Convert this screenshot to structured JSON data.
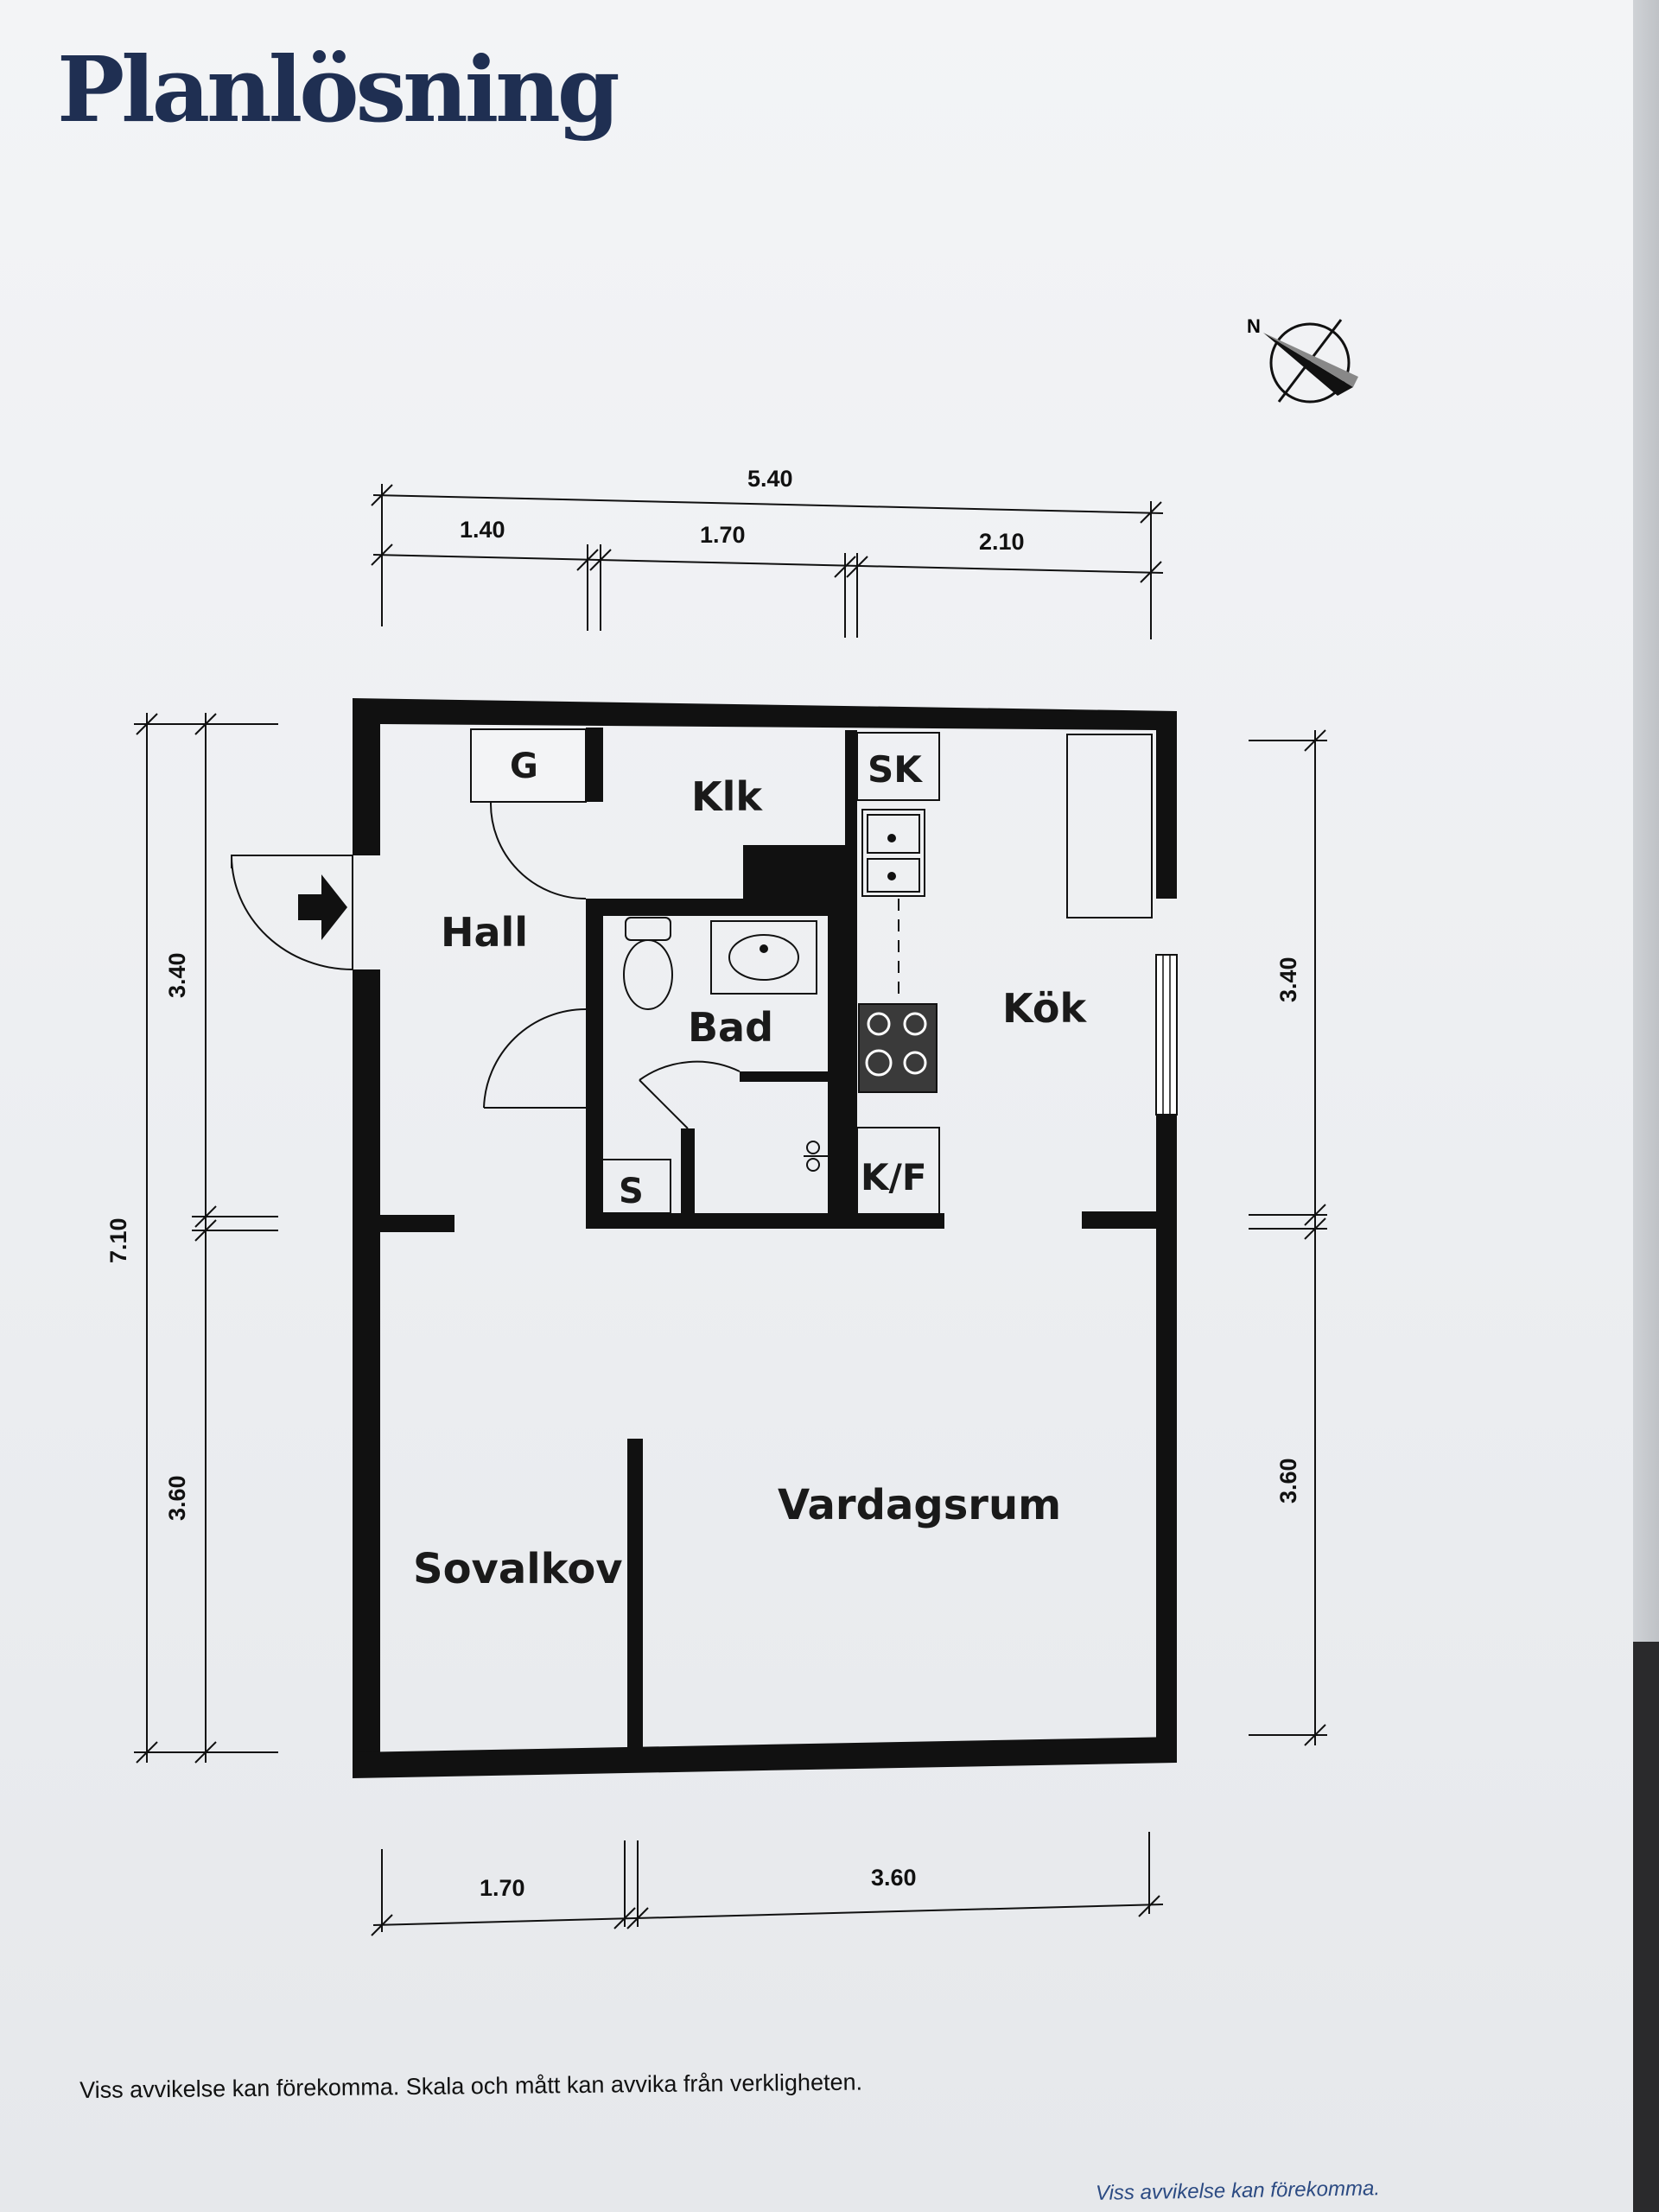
{
  "title": "Planlösning",
  "compass": {
    "label": "N"
  },
  "rooms": {
    "hall": "Hall",
    "klk": "Klk",
    "g": "G",
    "sk": "SK",
    "bad": "Bad",
    "s": "S",
    "kf": "K/F",
    "kok": "Kök",
    "vardagsrum": "Vardagsrum",
    "sovalkov": "Sovalkov"
  },
  "dimensions": {
    "top_total": "5.40",
    "top_segments": [
      "1.40",
      "1.70",
      "2.10"
    ],
    "left_total": "7.10",
    "left_segments": [
      "3.40",
      "3.60"
    ],
    "right_segments": [
      "3.40",
      "3.60"
    ],
    "bottom_segments": [
      "1.70",
      "3.60"
    ]
  },
  "disclaimer": "Viss avvikelse kan förekomma. Skala och mått kan avvika från verkligheten.",
  "disclaimer_2": "Viss avvikelse kan förekomma.",
  "colors": {
    "title": "#1f2f52",
    "wall": "#111111",
    "italic_note": "#2b4a82"
  }
}
